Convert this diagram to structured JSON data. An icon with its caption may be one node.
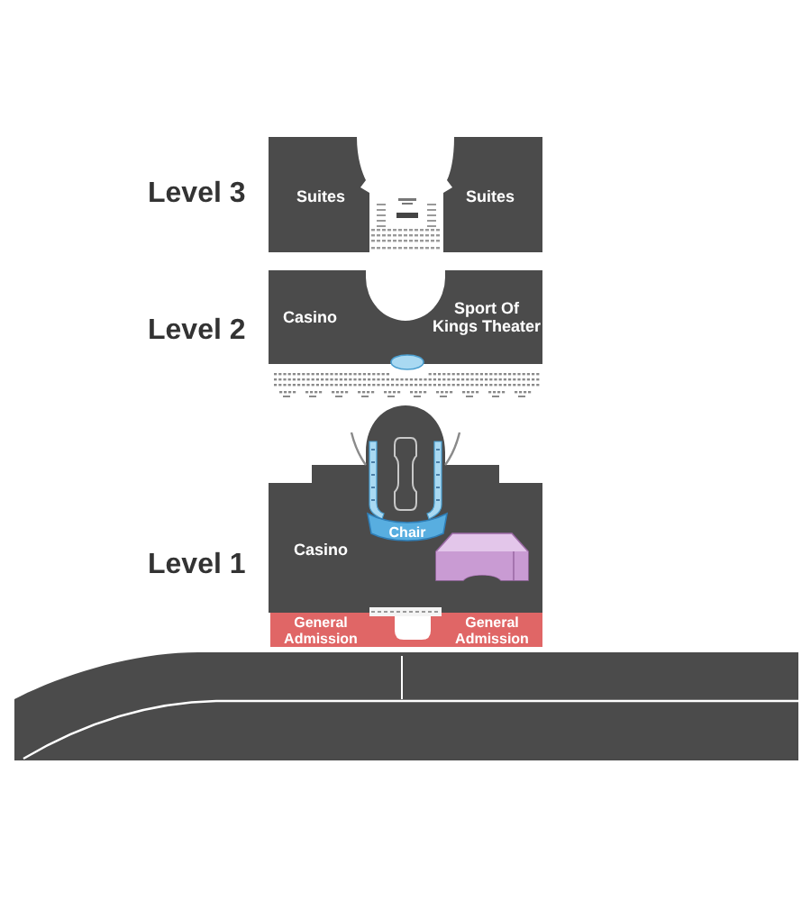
{
  "diagram": {
    "nodes": [
      {
        "text": [
          "Suites"
        ]
      },
      {
        "text": [
          "Suites"
        ]
      },
      {
        "text": [
          "Casino",
          "Sport Of Kings Theater"
        ]
      },
      {
        "text": [
          "Casino"
        ]
      },
      {
        "text": [
          "Chair"
        ],
        "in": 3
      },
      {
        "text": [],
        "shape": "box",
        "in": 3
      },
      {
        "text": [
          "General Admission",
          "General Admission"
        ]
      }
    ],
    "labels": [
      "Level 3",
      "Level 2",
      "Level 1"
    ]
  }
}
